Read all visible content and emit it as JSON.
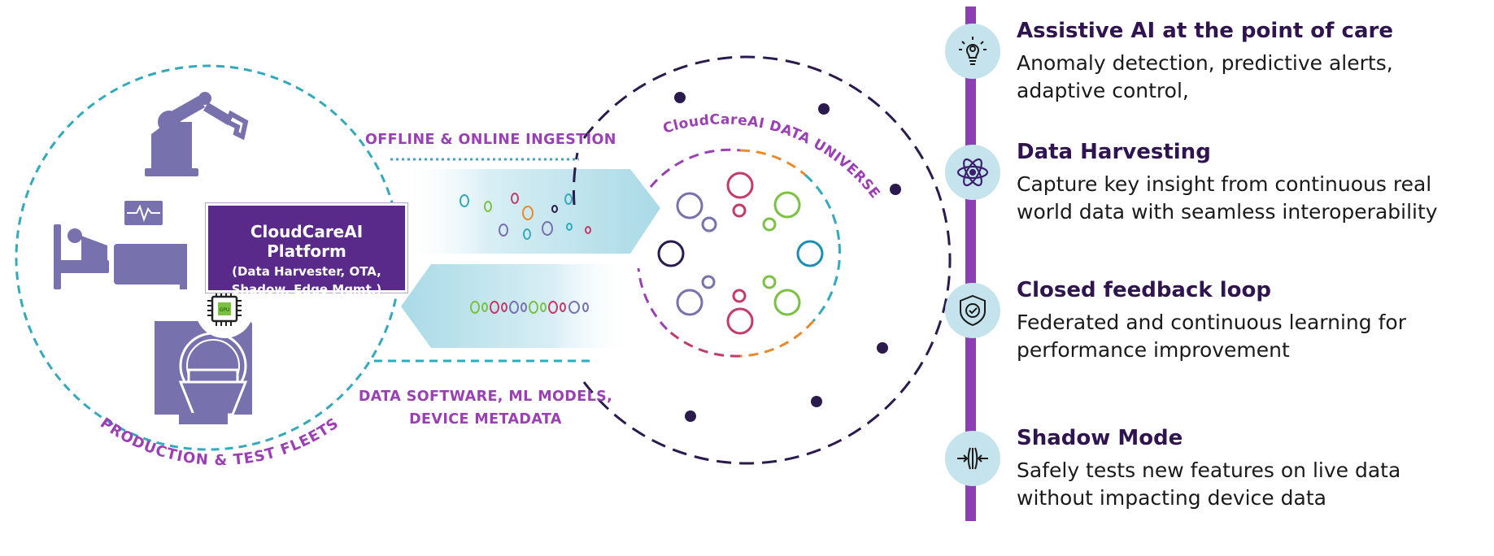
{
  "platform": {
    "title": "CloudCareAI Platform",
    "subtitle_lines": [
      "(Data Harvester, OTA,",
      "Shadow, Edge Mgmt.)"
    ],
    "chip_label": "GPU"
  },
  "labels": {
    "ingestion": "OFFLINE & ONLINE INGESTION",
    "software_lines": [
      "DATA SOFTWARE, ML MODELS,",
      "DEVICE METADATA"
    ],
    "fleets": "PRODUCTION & TEST FLEETS",
    "universe": "CloudCareAI DATA UNIVERSE"
  },
  "colors": {
    "purple_dark": "#5a2a8a",
    "purple_label": "#9b3fb5",
    "icon_fill": "#7771ad",
    "teal_dashed": "#33a9bd",
    "navy_ring": "#2a1a4e",
    "timeline": "#8b3fb0",
    "icon_circle_bg": "#c5e3ec"
  },
  "features": [
    {
      "icon": "lightbulb-gear-icon",
      "title": "Assistive AI at the point of care",
      "desc_lines": [
        "Anomaly detection, predictive alerts,",
        "adaptive control,"
      ]
    },
    {
      "icon": "atom-icon",
      "title": "Data Harvesting",
      "desc_lines": [
        "Capture key insight from continuous real",
        "world data with seamless interoperability"
      ]
    },
    {
      "icon": "shield-check-icon",
      "title": "Closed feedback loop",
      "desc_lines": [
        "Federated and continuous learning for",
        "performance improvement"
      ]
    },
    {
      "icon": "arrows-converge-icon",
      "title": "Shadow Mode",
      "desc_lines": [
        "Safely tests new features on live data",
        "without impacting device data"
      ]
    }
  ]
}
